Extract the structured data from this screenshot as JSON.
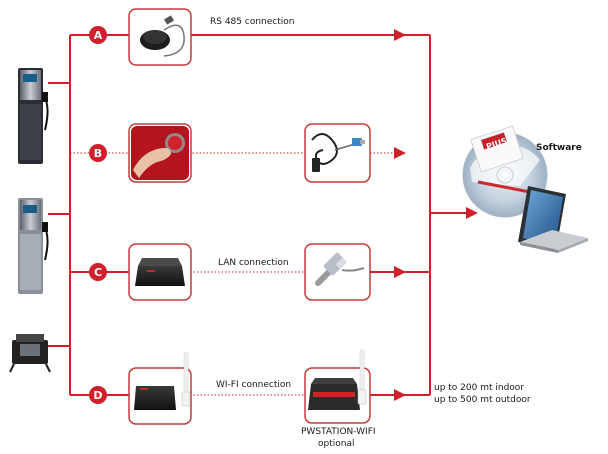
{
  "routes": {
    "a": {
      "badge": "A",
      "connection_label": "RS 485 connection"
    },
    "b": {
      "badge": "B"
    },
    "c": {
      "badge": "C",
      "connection_label": "LAN connection"
    },
    "d": {
      "badge": "D",
      "connection_label": "WI-FI connection",
      "range_line_1": "up to 200 mt indoor",
      "range_line_2": "up to 500 mt outdoor"
    }
  },
  "station": {
    "name": "PWSTATION-WIFI",
    "note": "optional"
  },
  "software": {
    "label": "Software",
    "cd_logo_text": "PIUSI"
  },
  "colors": {
    "accent": "#d0202c",
    "line": "#d0202c",
    "device_dark": "#2a2a2a"
  }
}
